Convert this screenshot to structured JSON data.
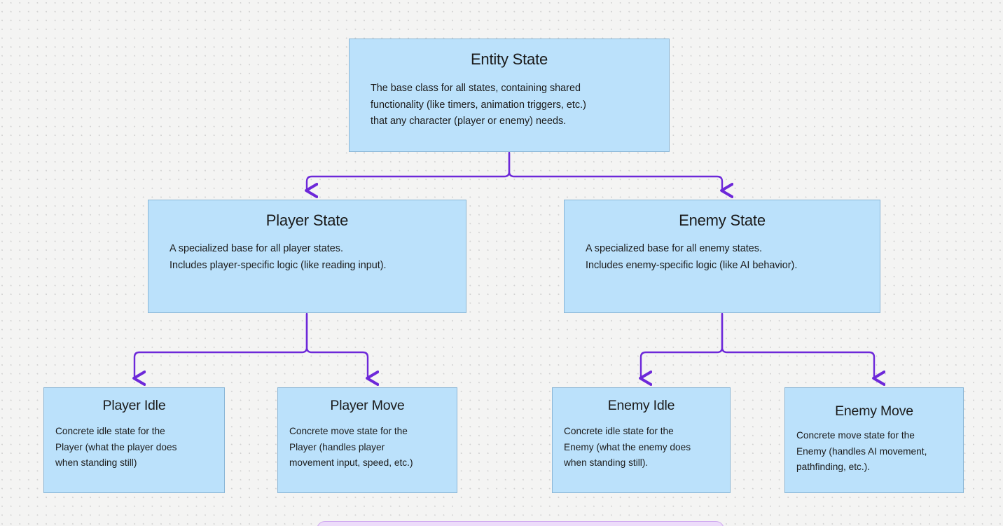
{
  "diagram": {
    "type": "class-hierarchy-flowchart",
    "accent_color": "#6d28d9",
    "node_fill": "#bbe1fb",
    "node_border": "#8ab6d6",
    "background": "#f4f4f3",
    "bottom_panel_fill": "#eddcfa"
  },
  "nodes": {
    "entity_state": {
      "title": "Entity State",
      "desc": "The base class for all states, containing shared\nfunctionality (like timers, animation triggers, etc.)\nthat any character (player or enemy) needs."
    },
    "player_state": {
      "title": "Player State",
      "desc": "A specialized base for all player states.\nIncludes player-specific logic (like reading input)."
    },
    "enemy_state": {
      "title": "Enemy State",
      "desc": "A specialized base for all enemy states.\nIncludes enemy-specific logic (like AI behavior)."
    },
    "player_idle": {
      "title": "Player Idle",
      "desc": "Concrete idle state for the\nPlayer (what the player does\nwhen standing still)"
    },
    "player_move": {
      "title": "Player Move",
      "desc": "Concrete move state for the\nPlayer (handles player\nmovement input, speed, etc.)"
    },
    "enemy_idle": {
      "title": "Enemy Idle",
      "desc": "Concrete idle state for the\nEnemy (what the enemy does\nwhen standing still)."
    },
    "enemy_move": {
      "title": "Enemy Move",
      "desc": "Concrete move state for the\nEnemy (handles AI movement,\npathfinding, etc.)."
    }
  },
  "edges": [
    {
      "from": "entity_state",
      "to": "player_state"
    },
    {
      "from": "entity_state",
      "to": "enemy_state"
    },
    {
      "from": "player_state",
      "to": "player_idle"
    },
    {
      "from": "player_state",
      "to": "player_move"
    },
    {
      "from": "enemy_state",
      "to": "enemy_idle"
    },
    {
      "from": "enemy_state",
      "to": "enemy_move"
    }
  ]
}
